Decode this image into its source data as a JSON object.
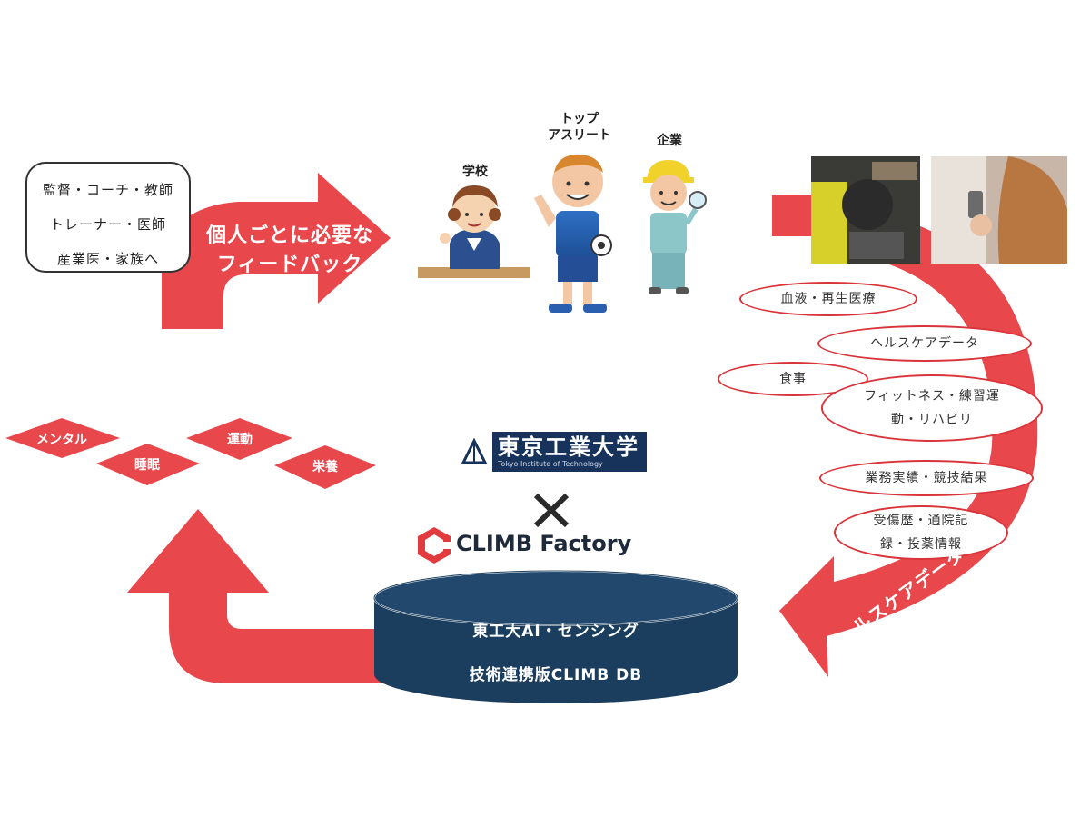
{
  "roles": {
    "line1": "監督・コーチ・教師",
    "line2": "トレーナー・医師",
    "line3": "産業医・家族へ"
  },
  "feedback_arrow": {
    "line1": "個人ごとに必要な",
    "line2": "フィードバック"
  },
  "people": {
    "school": "学校",
    "athlete_line1": "トップ",
    "athlete_line2": "アスリート",
    "company": "企業"
  },
  "data_items": [
    {
      "line1": "血液・再生医療"
    },
    {
      "line1": "ヘルスケアデータ"
    },
    {
      "line1": "食事"
    },
    {
      "line1": "フィットネス・練習運",
      "line2": "動・リハビリ"
    },
    {
      "line1": "業務実績・競技結果"
    },
    {
      "line1": "受傷歴・通院記",
      "line2": "録・投薬情報"
    }
  ],
  "healthcare_arrow_label": "ヘルスケアデータ",
  "diamonds": [
    "メンタル",
    "運動",
    "睡眠",
    "栄養"
  ],
  "logos": {
    "titech_name": "東京工業大学",
    "titech_sub": "Tokyo Institute of Technology",
    "times": "×",
    "climb": "CLIMB Factory"
  },
  "database": {
    "line1": "東工大AI・センシング",
    "line2": "技術連携版CLIMB DB"
  },
  "colors": {
    "arrow_red": "#e8474c",
    "oval_border": "#d9343a",
    "db_navy": "#1b3e5e",
    "titech_navy": "#17325b"
  }
}
